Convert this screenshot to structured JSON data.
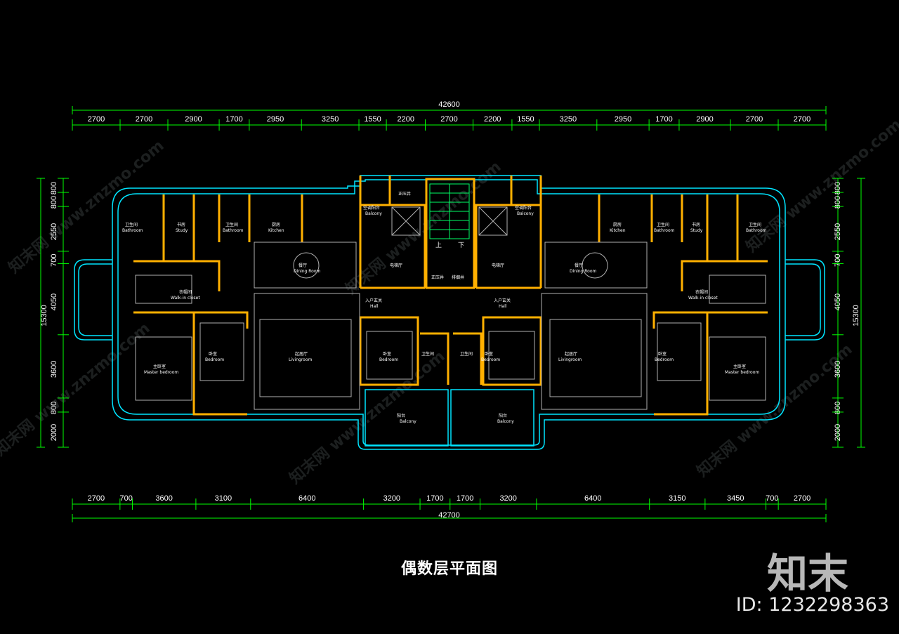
{
  "drawing": {
    "title": "偶数层平面图",
    "logo_text": "知末",
    "id_label": "ID: 1232298363",
    "watermark": "知末网 www.znzmo.com",
    "colors": {
      "background": "#000000",
      "dimension_line": "#00ff00",
      "wall": "#ffb000",
      "outline": "#00e5ff",
      "text": "#ffffff"
    }
  },
  "dimensions": {
    "top_total": "42600",
    "top_segments": [
      "2700",
      "2700",
      "2900",
      "1700",
      "2950",
      "3250",
      "1550",
      "2200",
      "2700",
      "2200",
      "1550",
      "3250",
      "2950",
      "1700",
      "2900",
      "2700",
      "2700"
    ],
    "bottom_total": "42700",
    "bottom_segments": [
      "2700",
      "700",
      "3600",
      "3100",
      "6400",
      "3200",
      "1700",
      "1700",
      "3200",
      "6400",
      "3150",
      "3450",
      "700",
      "2700"
    ],
    "left_total": "15300",
    "left_segments": [
      "800",
      "800",
      "2550",
      "700",
      "4050",
      "3600",
      "800",
      "2000"
    ],
    "right_total": "15300",
    "right_segments": [
      "800",
      "800",
      "2550",
      "700",
      "4050",
      "3600",
      "800",
      "2000"
    ]
  },
  "rooms": {
    "bathroom_cn": "卫生间",
    "bathroom_en": "Bathroom",
    "study_cn": "书房",
    "study_en": "Study",
    "kitchen_cn": "厨房",
    "kitchen_en": "Kitchen",
    "dining_cn": "餐厅",
    "dining_en": "Dining Room",
    "closet_cn": "衣帽间",
    "closet_en": "Walk-in closet",
    "master_cn": "主卧室",
    "master_en": "Master bedroom",
    "bedroom_cn": "卧室",
    "bedroom_en": "Bedroom",
    "living_cn": "起居厅",
    "living_en": "Livingroom",
    "balcony_cn": "空调阳台",
    "balcony_en": "Balcony",
    "hall_cn": "入户玄关",
    "hall_en": "Hall",
    "elevator_hall": "电梯厅",
    "pressure_well": "正压井",
    "pipe_well": "排烟井",
    "stair_up": "上",
    "stair_down": "下",
    "garden_balcony_cn": "阳台",
    "garden_balcony_en": "Balcony"
  }
}
